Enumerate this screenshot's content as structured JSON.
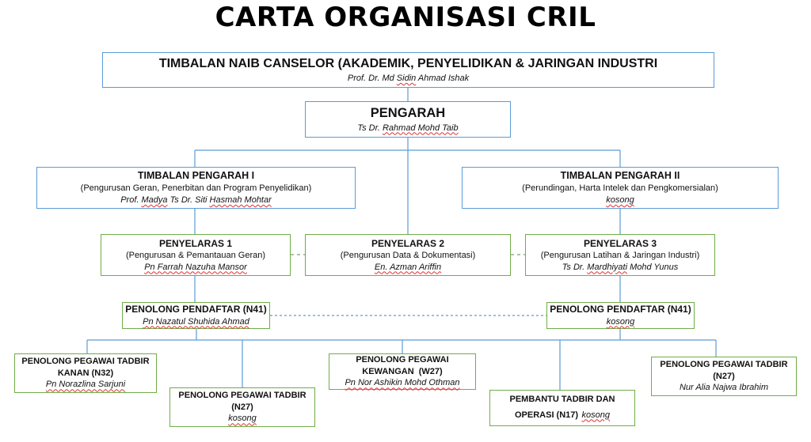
{
  "title": "CARTA ORGANISASI CRIL",
  "tnc": {
    "title": "TIMBALAN NAIB CANSELOR (AKADEMIK, PENYELIDIKAN & JARINGAN INDUSTRI",
    "name_a": "Prof. Dr. Md ",
    "name_b": "Sidin",
    "name_c": " Ahmad Ishak"
  },
  "pengarah": {
    "title": "PENGARAH",
    "name_a": "Ts Dr. ",
    "name_b": "Rahmad Mohd Taib",
    "name_c": ""
  },
  "tp1": {
    "title": "TIMBALAN PENGARAH I",
    "desc": "(Pengurusan Geran, Penerbitan dan Program Penyelidikan)",
    "name_a": "Prof. ",
    "name_b": "Madya",
    "name_c": " Ts Dr. Siti ",
    "name_d": "Hasmah Mohtar"
  },
  "tp2": {
    "title": "TIMBALAN PENGARAH II",
    "desc": "(Perundingan, Harta Intelek dan Pengkomersialan)",
    "name": "kosong"
  },
  "py1": {
    "title": "PENYELARAS 1",
    "desc": "(Pengurusan & Pemantauan Geran)",
    "name": "Pn Farrah Nazuha Mansor"
  },
  "py2": {
    "title": "PENYELARAS 2",
    "desc": "(Pengurusan Data & Dokumentasi)",
    "name": "En. Azman Ariffin"
  },
  "py3": {
    "title": "PENYELARAS 3",
    "desc": "(Pengurusan Latihan & Jaringan Industri)",
    "name_a": "Ts Dr. ",
    "name_b": "Mardhiyati",
    "name_c": " Mohd Yunus"
  },
  "pp1": {
    "title": "PENOLONG PENDAFTAR (N41)",
    "name": "Pn Nazatul Shuhida Ahmad"
  },
  "pp2": {
    "title": "PENOLONG PENDAFTAR (N41)",
    "name": "kosong"
  },
  "pt_kanan": {
    "title_a": "PENOLONG PEGAWAI TADBIR",
    "title_b": "KANAN (N32)",
    "name": "Pn Norazlina Sarjuni"
  },
  "pt_n27a": {
    "title_a": "PENOLONG PEGAWAI TADBIR",
    "title_b": "(N27)",
    "name": "kosong"
  },
  "pp_kewangan": {
    "title_a": "PENOLONG PEGAWAI",
    "title_b": "KEWANGAN  (W27)",
    "name": "Pn Nor Ashikin Mohd Othman"
  },
  "pembantu": {
    "title_a": "PEMBANTU TADBIR DAN",
    "title_b": "OPERASI (N17)",
    "name": "kosong"
  },
  "pt_n27b": {
    "title_a": "PENOLONG PEGAWAI TADBIR",
    "title_b": "(N27)",
    "name": "Nur Alia Najwa Ibrahim"
  }
}
